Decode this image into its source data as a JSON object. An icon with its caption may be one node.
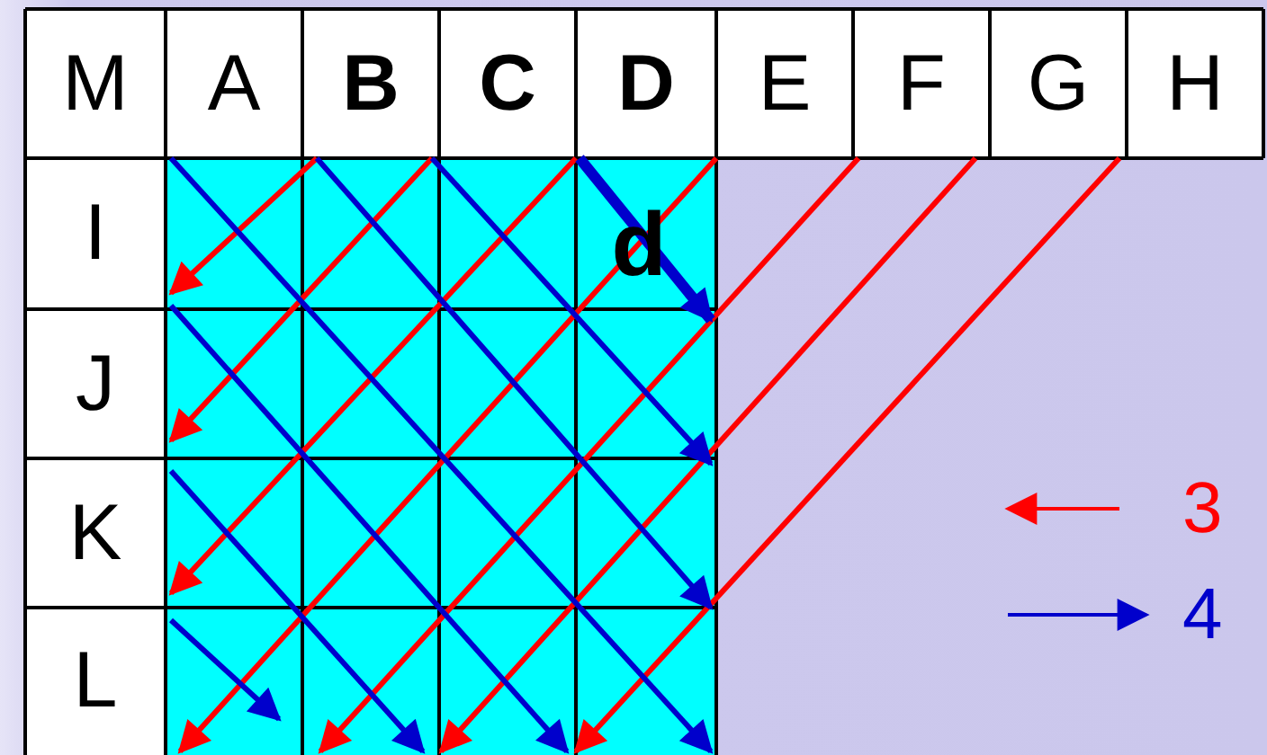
{
  "diagram": {
    "labels": [
      "M",
      "A",
      "B",
      "C",
      "D",
      "E",
      "F",
      "G",
      "H",
      "I",
      "d",
      "J",
      "K",
      "L"
    ],
    "legend": [
      {
        "text": "3"
      },
      {
        "text": "4"
      }
    ]
  }
}
